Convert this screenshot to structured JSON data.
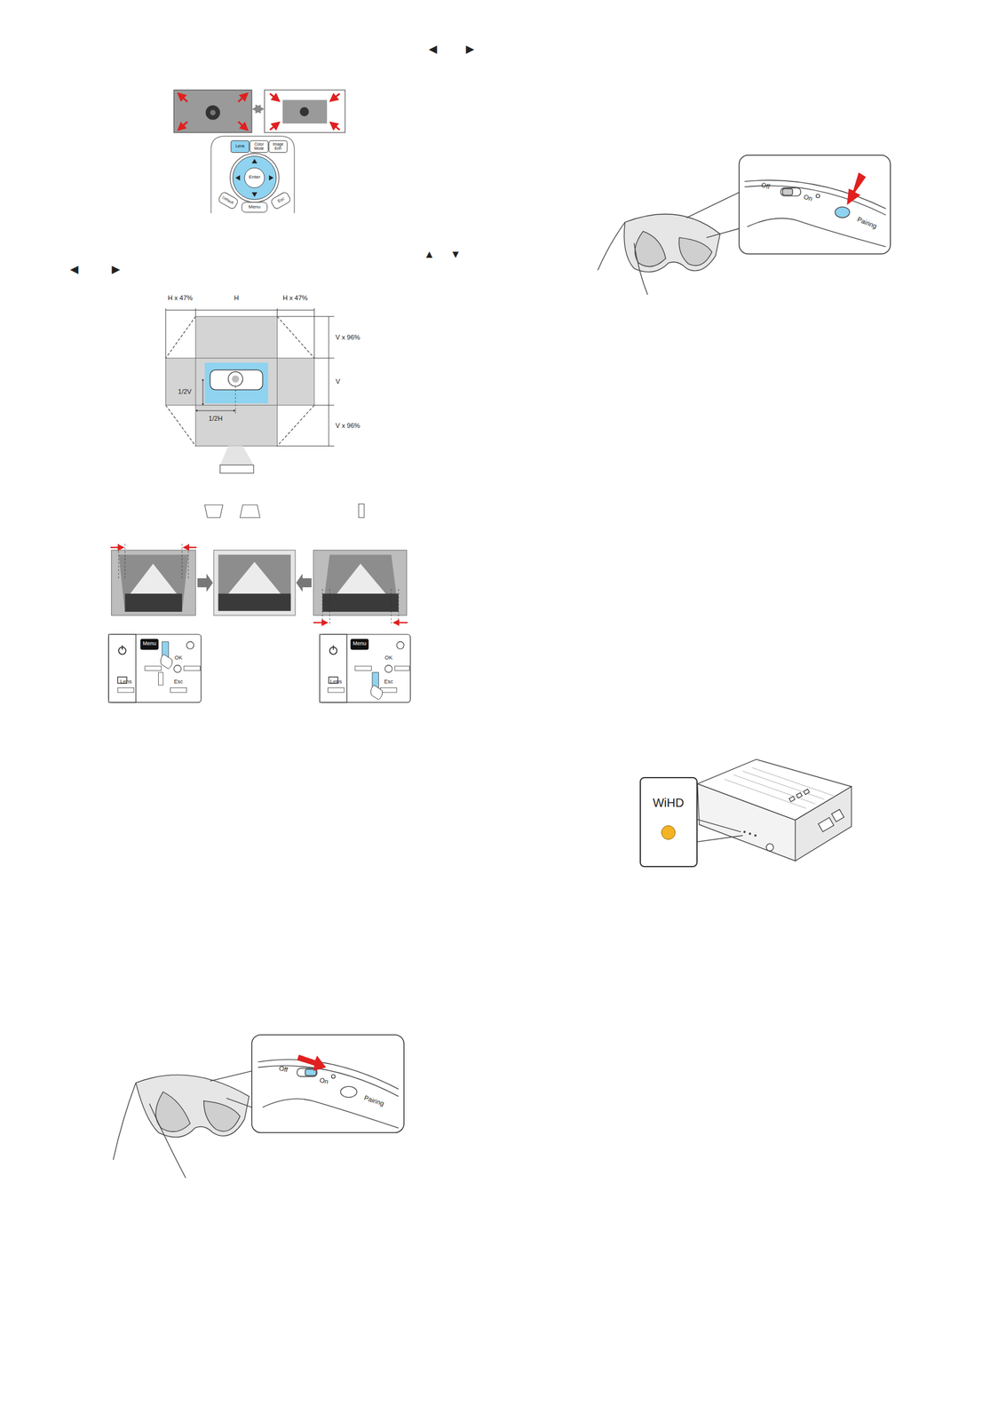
{
  "diagram": {
    "nodes": [
      {
        "text": [
          "WiHD"
        ]
      }
    ],
    "labels": [
      "◀",
      "▶",
      "Lens",
      "Color Mode",
      "Image Enh",
      "Enter",
      "Default",
      "Menu",
      "Esc",
      "▲",
      "▼",
      "◀",
      "▶",
      "H x 47%",
      "H",
      "H x 47%",
      "V x 96%",
      "V",
      "V x 96%",
      "1/2V",
      "1/2H",
      "Menu",
      "OK",
      "Lens",
      "Esc",
      "Menu",
      "OK",
      "Lens",
      "Esc",
      "Off",
      "On",
      "Pairing",
      "Off",
      "On",
      "Pairing"
    ]
  }
}
